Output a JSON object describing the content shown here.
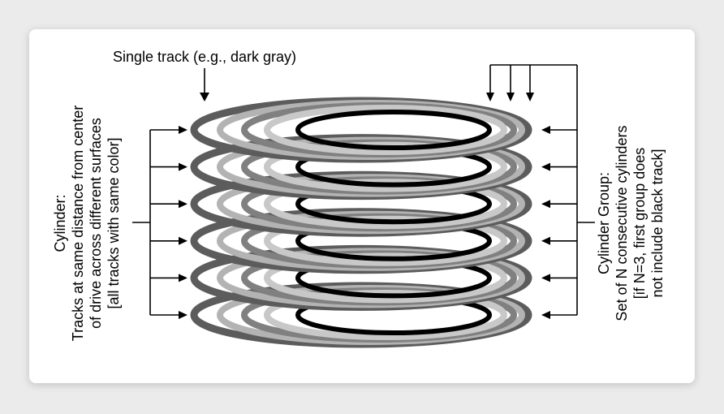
{
  "top_label": "Single track (e.g., dark gray)",
  "left_label": {
    "lines": [
      "Cylinder:",
      "Tracks at same distance from center",
      "of drive across different surfaces",
      "[all tracks with same color]"
    ]
  },
  "right_label": {
    "lines": [
      "Cylinder Group:",
      "Set of N consecutive cylinders",
      "[if N=3, first group does",
      "not include black track]"
    ]
  },
  "surfaces": 6,
  "track_colors": [
    "#5c5c5c",
    "#b3b3b3",
    "#808080",
    "#c8c8c8",
    "#000000"
  ]
}
